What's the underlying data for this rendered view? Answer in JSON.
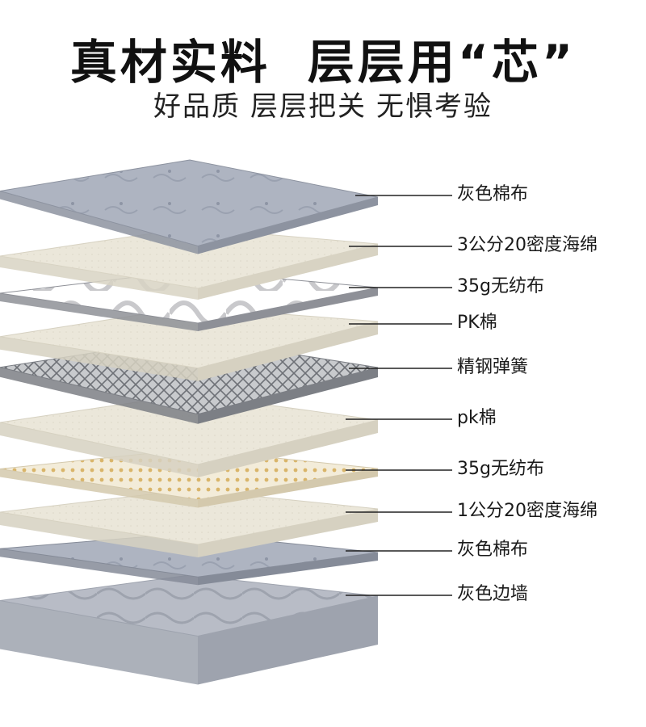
{
  "header": {
    "title_left": "真材实料",
    "title_right": "层层用“芯”",
    "subtitle_parts": [
      "好品质",
      "层层把关",
      "无惧考验"
    ]
  },
  "layers": [
    {
      "name": "gray-cotton-top",
      "label": "灰色棉布"
    },
    {
      "name": "sponge-3cm",
      "label": "3公分20密度海绵"
    },
    {
      "name": "nonwoven-35g-upper",
      "label": "35g无纺布"
    },
    {
      "name": "pk-cotton-upper",
      "label": "PK棉"
    },
    {
      "name": "steel-springs",
      "label": "精钢弹簧"
    },
    {
      "name": "pk-cotton-lower",
      "label": "pk棉"
    },
    {
      "name": "nonwoven-35g-lower",
      "label": "35g无纺布"
    },
    {
      "name": "sponge-1cm",
      "label": "1公分20密度海绵"
    },
    {
      "name": "gray-cotton-bottom",
      "label": "灰色棉布"
    },
    {
      "name": "gray-side-wall",
      "label": "灰色边墙"
    }
  ],
  "colors": {
    "gray_fabric": "#aab0bd",
    "cream": "#ece8dc",
    "foam_white": "#f4f4f2",
    "spring_gray": "#9a9ca0",
    "latex_cream": "#efe6cf",
    "leader_line": "#222222"
  }
}
